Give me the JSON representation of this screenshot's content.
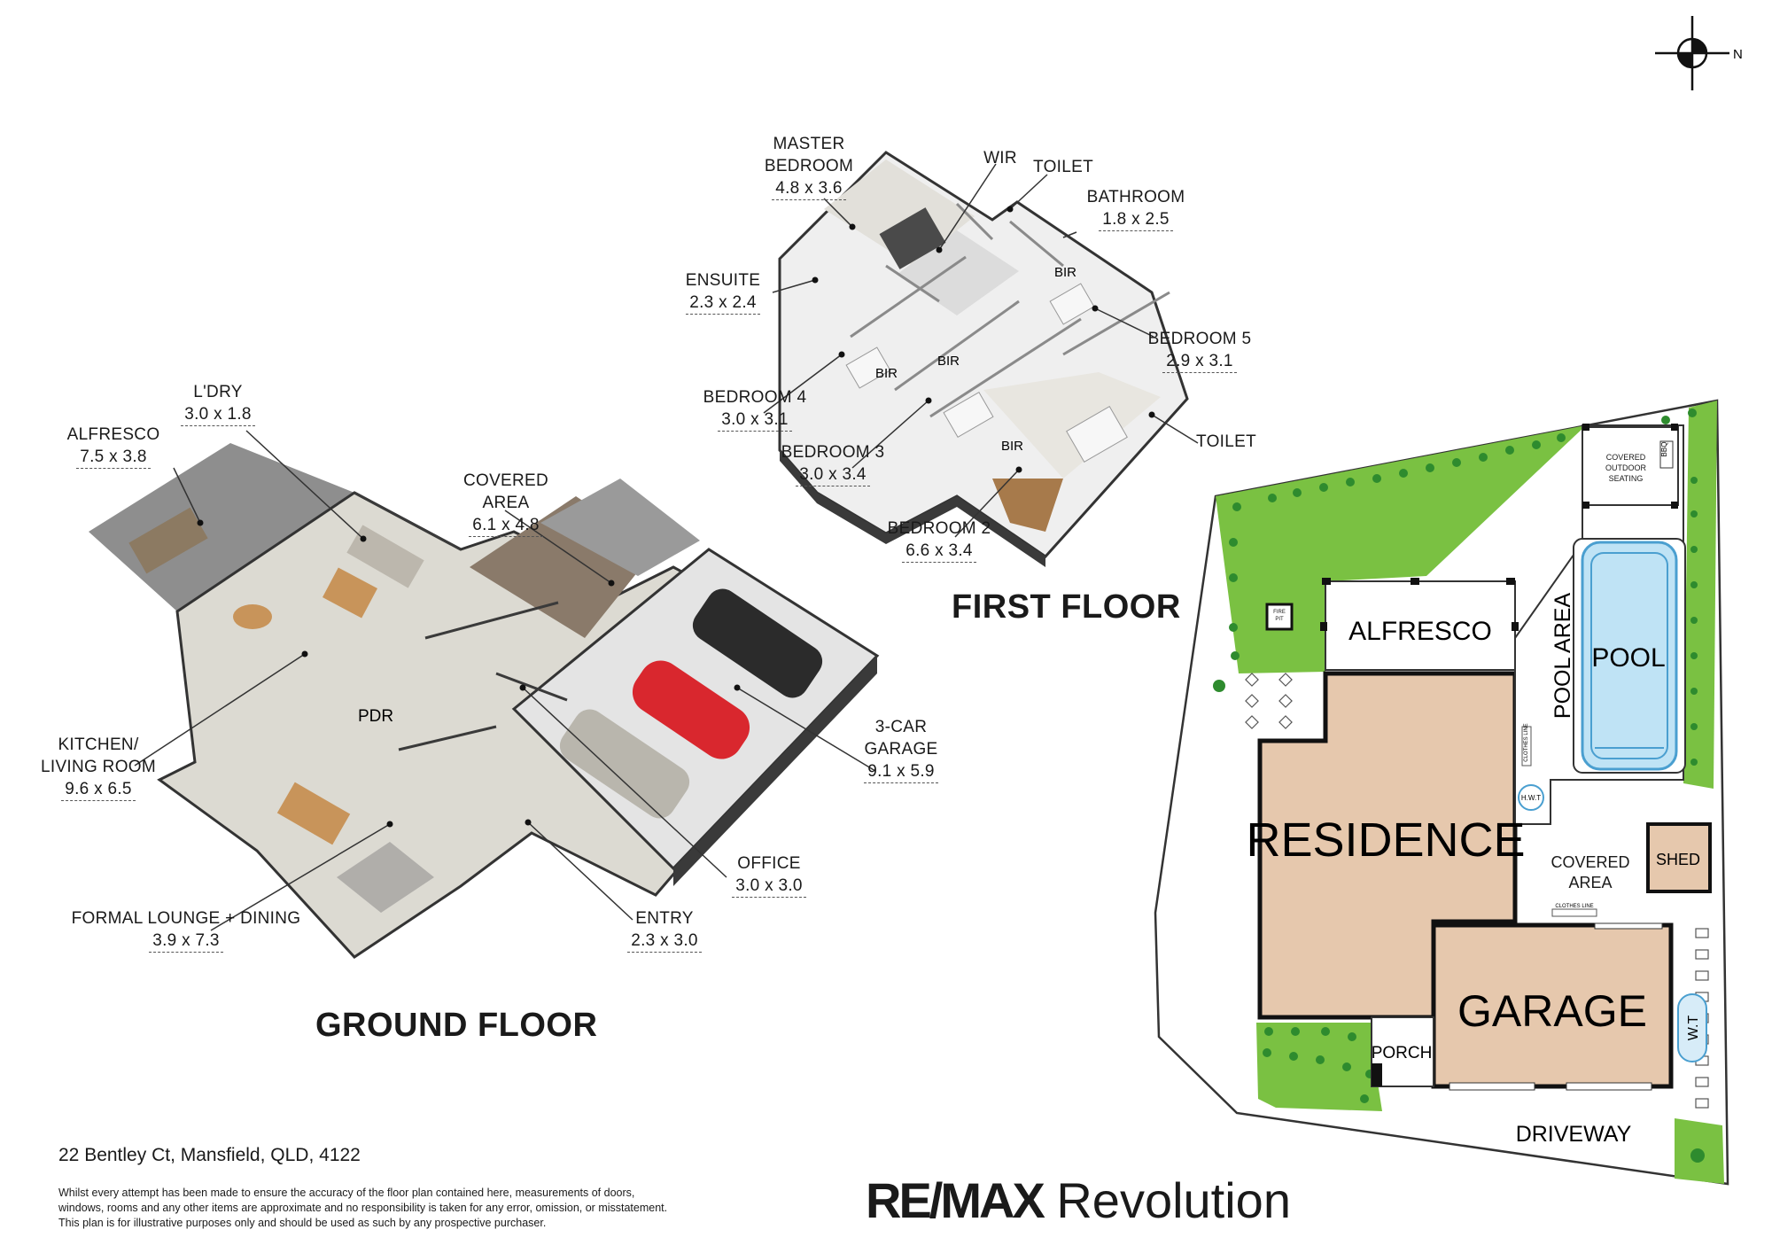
{
  "ground_floor": {
    "title": "GROUND FLOOR",
    "rooms": [
      {
        "id": "ldry",
        "name": "L'DRY",
        "dims": "3.0 x 1.8"
      },
      {
        "id": "alfresco",
        "name": "ALFRESCO",
        "dims": "7.5 x 3.8"
      },
      {
        "id": "covered",
        "name": "COVERED AREA",
        "dims": "6.1 x 4.8"
      },
      {
        "id": "kitchen",
        "name": "KITCHEN/\nLIVING ROOM",
        "dims": "9.6 x 6.5"
      },
      {
        "id": "garage",
        "name": "3-CAR\nGARAGE",
        "dims": "9.1 x 5.9"
      },
      {
        "id": "office",
        "name": "OFFICE",
        "dims": "3.0 x 3.0"
      },
      {
        "id": "formal",
        "name": "FORMAL LOUNGE + DINING",
        "dims": "3.9 x 7.3"
      },
      {
        "id": "entry",
        "name": "ENTRY",
        "dims": "2.3 x 3.0"
      }
    ],
    "pdr_label": "PDR"
  },
  "first_floor": {
    "title": "FIRST FLOOR",
    "rooms": [
      {
        "id": "master",
        "name": "MASTER\nBEDROOM",
        "dims": "4.8 x 3.6"
      },
      {
        "id": "wir",
        "name": "WIR",
        "dims": ""
      },
      {
        "id": "toilet1",
        "name": "TOILET",
        "dims": ""
      },
      {
        "id": "bathroom",
        "name": "BATHROOM",
        "dims": "1.8 x 2.5"
      },
      {
        "id": "ensuite",
        "name": "ENSUITE",
        "dims": "2.3 x 2.4"
      },
      {
        "id": "bed5",
        "name": "BEDROOM 5",
        "dims": "2.9 x 3.1"
      },
      {
        "id": "bed4",
        "name": "BEDROOM 4",
        "dims": "3.0 x 3.1"
      },
      {
        "id": "toilet2",
        "name": "TOILET",
        "dims": ""
      },
      {
        "id": "bed3",
        "name": "BEDROOM 3",
        "dims": "3.0 x 3.4"
      },
      {
        "id": "bed2",
        "name": "BEDROOM 2",
        "dims": "6.6 x 3.4"
      }
    ],
    "bir_label": "BIR"
  },
  "site_plan": {
    "alfresco": "ALFRESCO",
    "pool_area": "POOL AREA",
    "pool": "POOL",
    "residence": "RESIDENCE",
    "covered_area": "COVERED\nAREA",
    "shed": "SHED",
    "garage": "GARAGE",
    "porch": "PORCH",
    "driveway": "DRIVEWAY",
    "covered_outdoor": "COVERED\nOUTDOOR\nSEATING",
    "bbq": "BBQ",
    "fire_pit": "FIRE\nPIT",
    "hwt": "H.W.T",
    "wt": "W.T",
    "clothes_line": "CLOTHES LINE",
    "compass_n": "N",
    "colors": {
      "lawn": "#7ac142",
      "building": "#e6c8ad",
      "shrub": "#2e8b2e"
    }
  },
  "address": "22 Bentley Ct, Mansfield, QLD, 4122",
  "disclaimer": [
    "Whilst every attempt has been made to ensure the accuracy of the floor plan contained here, measurements of doors,",
    "windows, rooms and any other items are approximate and no responsibility is taken for any error, omission, or misstatement.",
    "This plan is for illustrative purposes only and should be used as such by any prospective purchaser."
  ],
  "brand": {
    "mark": "RE/MAX",
    "name": "Revolution"
  }
}
